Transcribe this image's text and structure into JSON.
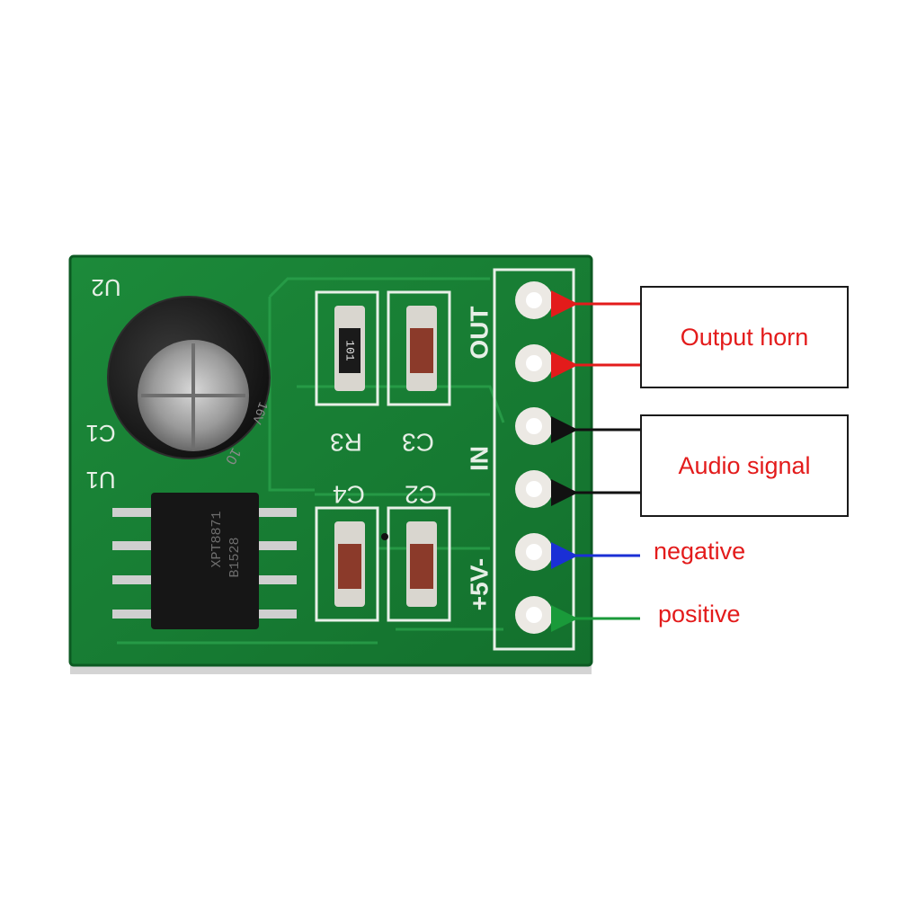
{
  "board": {
    "silkscreen": {
      "u2": "U2",
      "c1": "C1",
      "u1": "U1",
      "r3": "R3",
      "c3": "C3",
      "c4": "C4",
      "c2": "C2",
      "out": "OUT",
      "in": "IN",
      "power": "+5V-"
    },
    "parts": {
      "resistor_code": "101",
      "chip_line1": "XPT8871",
      "chip_line2": "B1528",
      "capacitor_marking": "10",
      "capacitor_marking2": "16V"
    }
  },
  "annotations": {
    "output": {
      "text": "Output horn",
      "color": "#e31b1b"
    },
    "audio": {
      "text": "Audio signal",
      "color": "#e31b1b"
    },
    "negative": {
      "text": "negative",
      "color": "#e31b1b",
      "arrow_color": "#1a2fd6"
    },
    "positive": {
      "text": "positive",
      "color": "#e31b1b",
      "arrow_color": "#1a9a3a"
    }
  }
}
